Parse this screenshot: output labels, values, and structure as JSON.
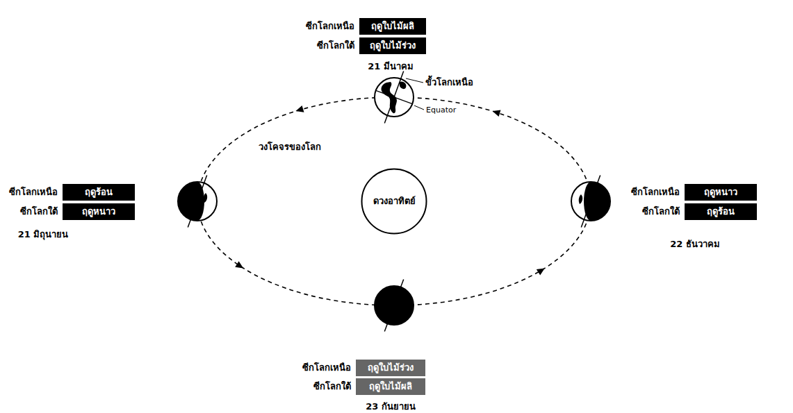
{
  "diagram": {
    "nodes": [
      {
        "text": [
          "ฤดูใบไม้ผลิ"
        ]
      },
      {
        "text": [
          "ฤดูใบไม้ร่วง"
        ]
      },
      {
        "text": [
          "ฤดูร้อน"
        ]
      },
      {
        "text": [
          "ฤดูหนาว"
        ]
      },
      {
        "text": [
          "ดวงอาทิตย์"
        ]
      },
      {
        "text": [
          "ฤดูหนาว"
        ]
      },
      {
        "text": [
          "ฤดูร้อน"
        ]
      },
      {
        "text": [
          "ฤดูใบไม้ร่วง"
        ]
      },
      {
        "text": [
          "ฤดูใบไม้ผลิ"
        ]
      }
    ],
    "labels": [
      "ซีกโลกเหนือ",
      "ซีกโลกใต้",
      "21 มีนาคม",
      "ขั้วโลกเหนือ",
      "Equator",
      "วงโคจรของโลก",
      "ซีกโลกเหนือ",
      "ซีกโลกใต้",
      "21 มิถุนายน",
      "ซีกโลกเหนือ",
      "ซีกโลกใต้",
      "22 ธันวาคม",
      "ซีกโลกเหนือ",
      "ซีกโลกใต้",
      "23 กันยายน"
    ]
  }
}
